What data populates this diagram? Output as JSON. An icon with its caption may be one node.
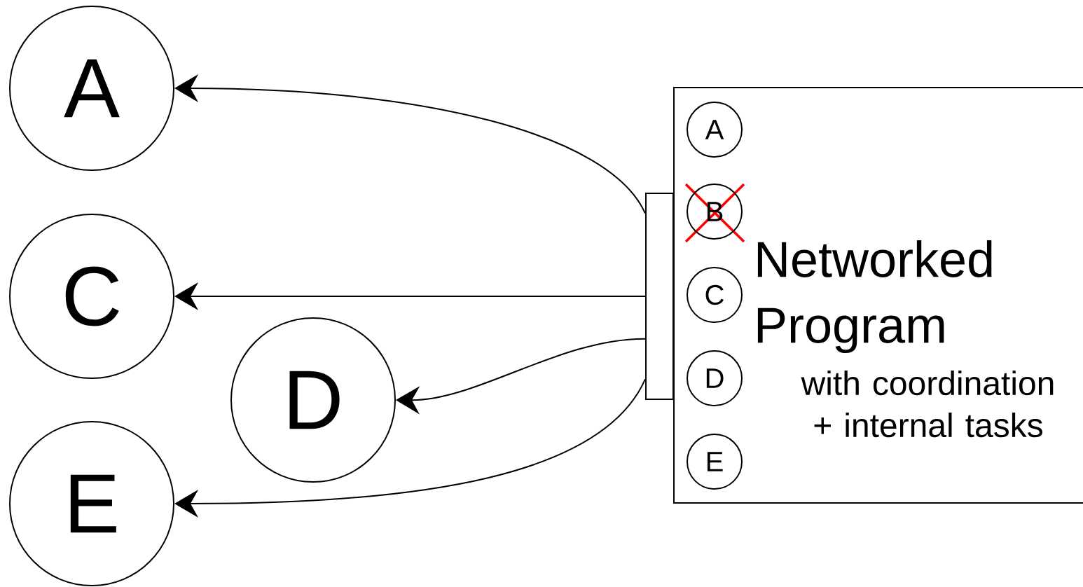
{
  "diagram": {
    "nodes": [
      {
        "text": [
          "A"
        ]
      },
      {
        "text": [
          "C"
        ]
      },
      {
        "text": [
          "D"
        ]
      },
      {
        "text": [
          "E"
        ]
      },
      {
        "text": [
          "Networked Program",
          "with coordination + internal tasks"
        ]
      },
      {
        "text": [
          "A"
        ],
        "in": 4
      },
      {
        "text": [
          "B"
        ],
        "in": 4
      },
      {
        "text": [
          "C"
        ],
        "in": 4
      },
      {
        "text": [
          "D"
        ],
        "in": 4
      },
      {
        "text": [
          "E"
        ],
        "in": 4
      },
      {
        "text": [],
        "shape": "bar"
      }
    ],
    "edges": [
      {
        "from": 10,
        "to": 0,
        "arrow": "to"
      },
      {
        "from": 10,
        "to": 1,
        "arrow": "to"
      },
      {
        "from": 10,
        "to": 2,
        "arrow": "to"
      },
      {
        "from": 10,
        "to": 3,
        "arrow": "to"
      }
    ]
  }
}
